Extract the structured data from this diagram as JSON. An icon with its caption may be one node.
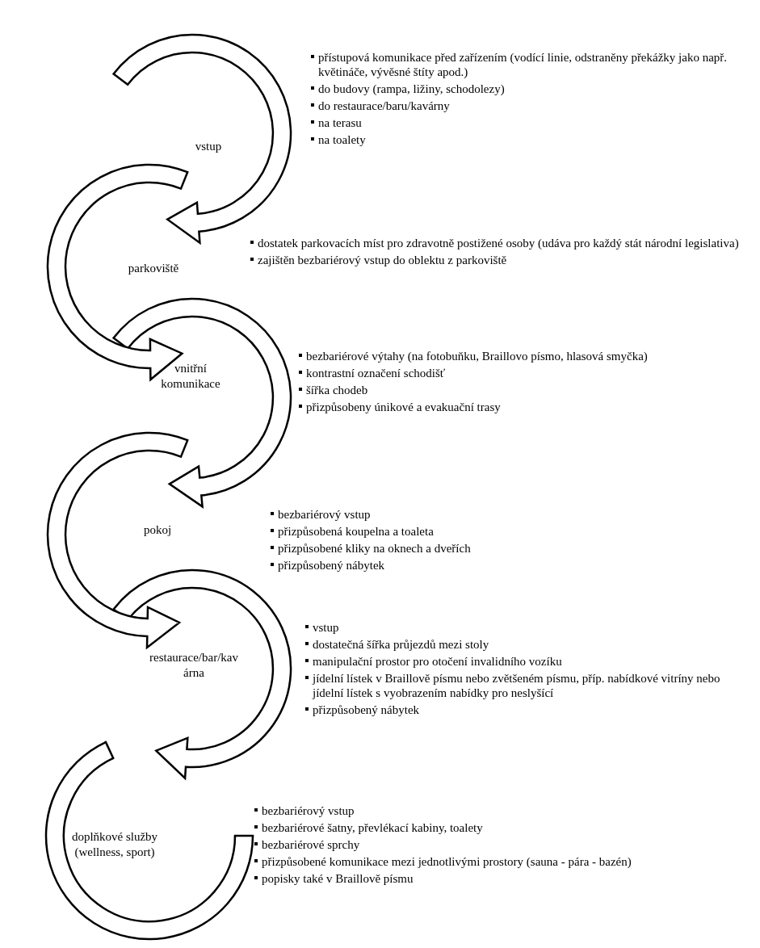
{
  "diagram": {
    "nodes": [
      {
        "text": [
          "vstup"
        ],
        "beside": [
          "přístupová komunikace před zařízením (vodící linie, odstraněny překážky jako např. květináče, vývěsné štíty apod.)",
          "do budovy (rampa, ližiny, schodolezy)",
          "do restaurace/baru/kavárny",
          "na terasu",
          "na toalety"
        ]
      },
      {
        "text": [
          "parkoviště"
        ],
        "beside": [
          "dostatek parkovacích míst pro zdravotně postižené osoby (udáva pro každý stát národní legislativa)",
          "zajištěn bezbariérový vstup do oblektu z parkoviště"
        ]
      },
      {
        "text": [
          "vnitřní komunikace"
        ],
        "beside": [
          "bezbariérové výtahy (na fotobuňku, Braillovo písmo, hlasová smyčka)",
          "kontrastní označení schodišť",
          "šířka chodeb",
          "přizpůsobeny únikové a evakuační trasy"
        ]
      },
      {
        "text": [
          "pokoj"
        ],
        "beside": [
          "bezbariérový vstup",
          "přizpůsobená koupelna a toaleta",
          "přizpůsobené kliky na oknech a dveřích",
          "přizpůsobený nábytek"
        ]
      },
      {
        "text": [
          "restaurace/bar/kav árna"
        ],
        "beside": [
          "vstup",
          "dostatečná šířka průjezdů mezi stoly",
          "manipulační prostor pro otočení invalidního vozíku",
          "jídelní lístek v Braillově písmu nebo zvětšeném písmu, příp. nabídkové vitríny nebo jídelní lístek s vyobrazením nabídky pro neslyšící",
          "přizpůsobený nábytek"
        ]
      },
      {
        "text": [
          "doplňkové služby (wellness, sport)"
        ],
        "beside": [
          "bezbariérový vstup",
          "bezbariérové šatny, převlékací kabiny, toalety",
          "bezbariérové sprchy",
          "přizpůsobené komunikace mezi jednotlivými prostory (sauna - pára - bazén)",
          "popisky také v Braillově písmu"
        ]
      }
    ],
    "edges": [
      {
        "from": 0,
        "to": 1,
        "arrow": "to"
      },
      {
        "from": 1,
        "to": 2,
        "arrow": "to"
      },
      {
        "from": 2,
        "to": 3,
        "arrow": "to"
      },
      {
        "from": 3,
        "to": 4,
        "arrow": "to"
      },
      {
        "from": 4,
        "to": 5,
        "arrow": "to"
      }
    ]
  }
}
